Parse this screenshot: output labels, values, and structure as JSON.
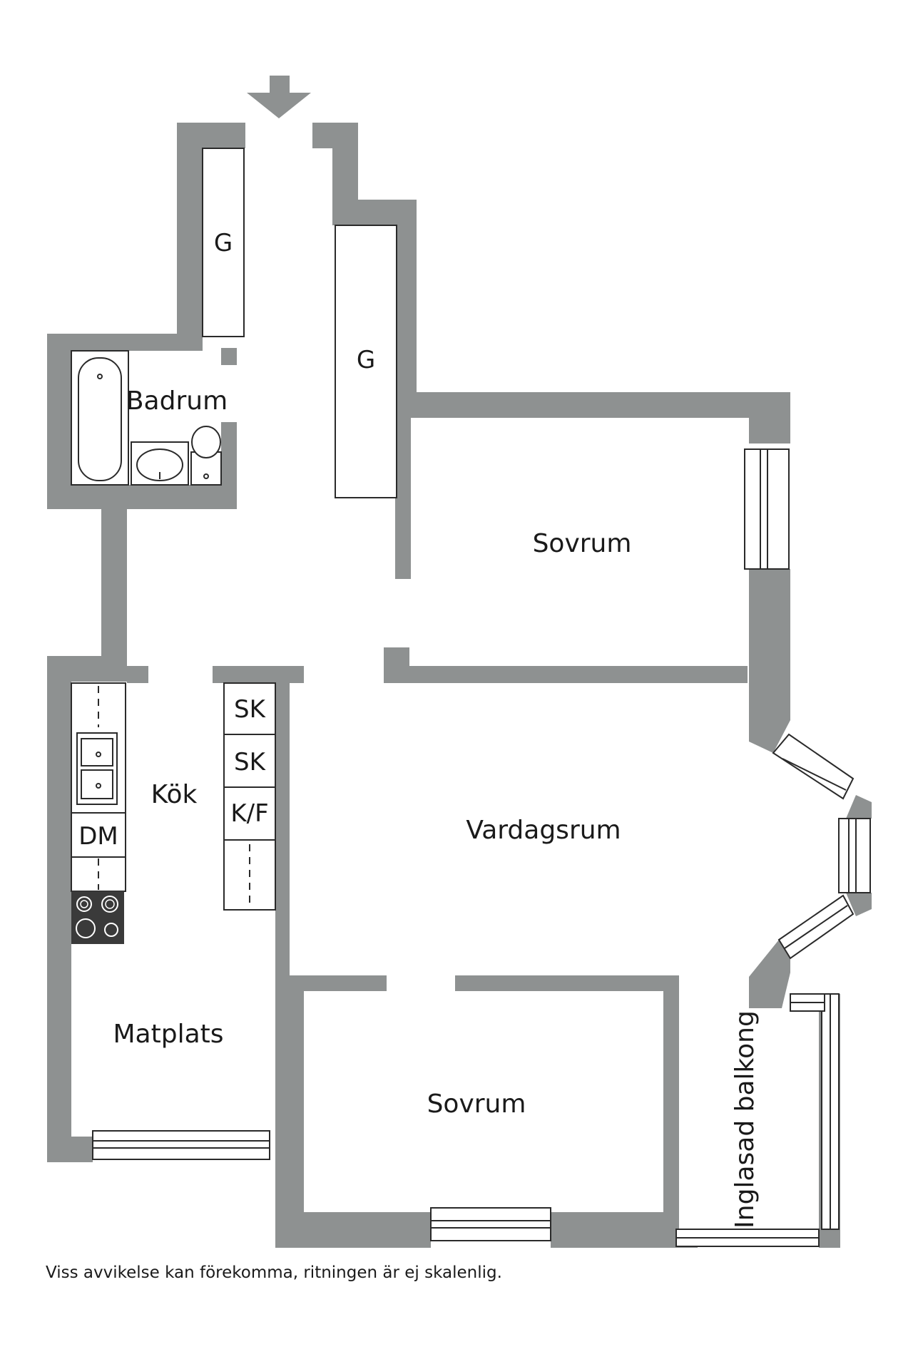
{
  "rooms": {
    "badrum": "Badrum",
    "sovrum_top": "Sovrum",
    "kok": "Kök",
    "vardagsrum": "Vardagsrum",
    "matplats": "Matplats",
    "sovrum_bottom": "Sovrum",
    "balkong": "Inglasad balkong"
  },
  "fixtures": {
    "garderob_left": "G",
    "garderob_right": "G",
    "sk_1": "SK",
    "sk_2": "SK",
    "kf": "K/F",
    "dm": "DM"
  },
  "disclaimer": "Viss avvikelse kan förekomma, ritningen är ej skalenlig.",
  "colors": {
    "wall": "#8e9191",
    "line": "#2a2a2a",
    "hob": "#3a3a3a"
  },
  "icons": {
    "entrance": "arrow-down-icon"
  }
}
